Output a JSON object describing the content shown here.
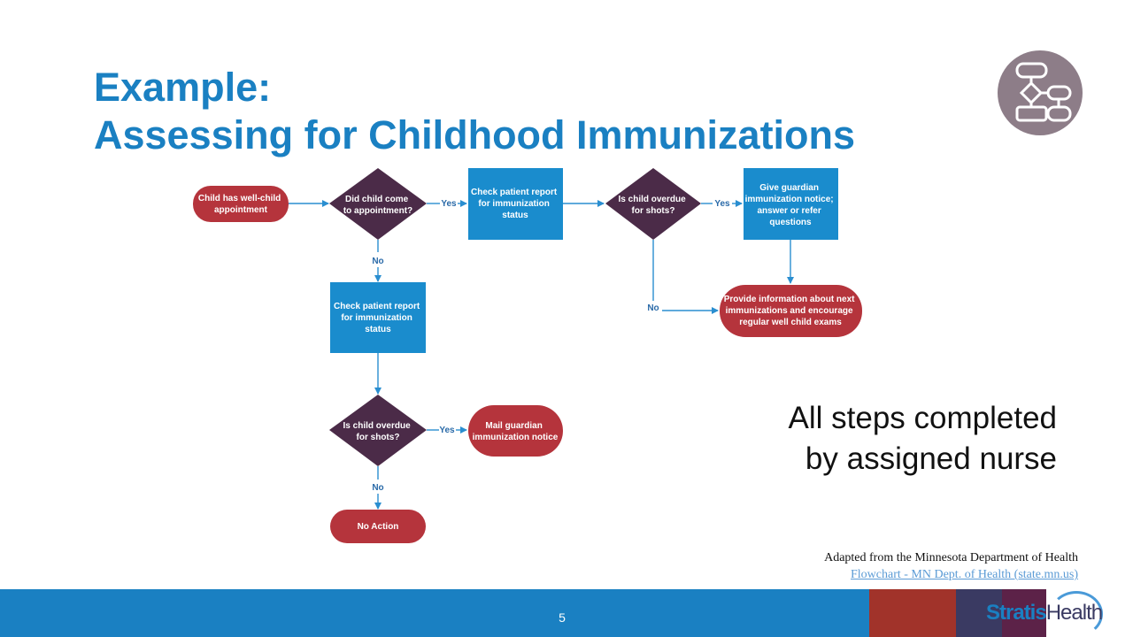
{
  "slide": {
    "title_line1": "Example:",
    "title_line2": "Assessing for Childhood Immunizations",
    "note_line1": "All steps completed",
    "note_line2": "by assigned nurse",
    "credit_line": "Adapted from the Minnesota Department of Health",
    "credit_link": "Flowchart - MN Dept. of Health (state.mn.us)",
    "page_number": "5",
    "brand_part1": "Stratis",
    "brand_part2": "Health"
  },
  "icons": {
    "top_right": "flowchart-icon"
  },
  "colors": {
    "title_blue": "#1a80c2",
    "terminal_red": "#b5343c",
    "decision_purple": "#4b2b48",
    "process_blue": "#1a8ccd",
    "arrow_blue": "#2a8ed0",
    "icon_circle": "#8d7d88"
  },
  "flowchart": {
    "nodes": {
      "start": [
        "Child has well-child",
        "appointment"
      ],
      "came": [
        "Did child come",
        "to appointment?"
      ],
      "check_top": [
        "Check patient report",
        "for immunization",
        "status"
      ],
      "overdue_top": [
        "Is child overdue",
        "for shots?"
      ],
      "give_notice": [
        "Give guardian",
        "immunization notice;",
        "answer or refer",
        "questions"
      ],
      "provide_info": [
        "Provide information about next",
        "immunizations and encourage",
        "regular well child exams"
      ],
      "check_left": [
        "Check patient report",
        "for immunization",
        "status"
      ],
      "overdue_bottom": [
        "Is child overdue",
        "for shots?"
      ],
      "mail_notice": [
        "Mail guardian",
        "immunization notice"
      ],
      "no_action": [
        "No Action"
      ]
    },
    "edge_labels": {
      "came_yes": "Yes",
      "came_no": "No",
      "overdue_top_yes": "Yes",
      "overdue_top_no": "No",
      "overdue_bottom_yes": "Yes",
      "overdue_bottom_no": "No"
    }
  }
}
